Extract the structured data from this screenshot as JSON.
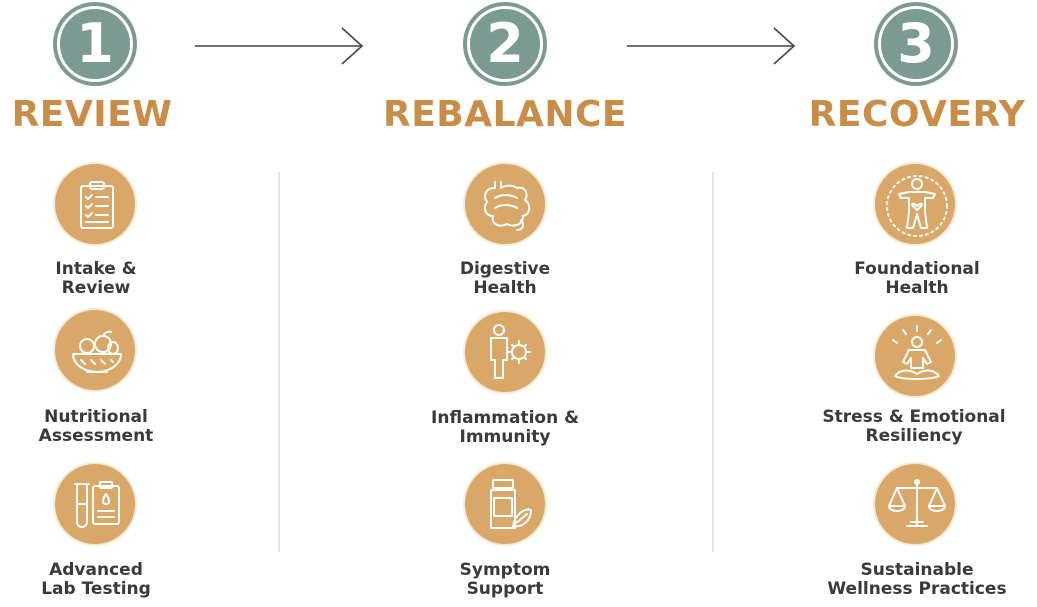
{
  "colors": {
    "badge": "#7a9a92",
    "accent": "#c98d47",
    "icon_bg": "#d9a868",
    "text": "#3a3a3a",
    "divider": "#ebe4d8"
  },
  "phases": [
    {
      "number": "1",
      "title": "REVIEW",
      "items": [
        {
          "icon": "clipboard-checklist-icon",
          "label": "Intake &\nReview"
        },
        {
          "icon": "fruit-bowl-icon",
          "label": "Nutritional\nAssessment"
        },
        {
          "icon": "lab-test-tube-icon",
          "label": "Advanced\nLab Testing"
        }
      ]
    },
    {
      "number": "2",
      "title": "REBALANCE",
      "items": [
        {
          "icon": "intestines-icon",
          "label": "Digestive\nHealth"
        },
        {
          "icon": "person-virus-icon",
          "label": "Inflammation &\nImmunity"
        },
        {
          "icon": "supplement-bottle-icon",
          "label": "Symptom\nSupport"
        }
      ]
    },
    {
      "number": "3",
      "title": "RECOVERY",
      "items": [
        {
          "icon": "body-heart-icon",
          "label": "Foundational\nHealth"
        },
        {
          "icon": "meditation-icon",
          "label": "Stress & Emotional\nResiliency"
        },
        {
          "icon": "balance-scale-icon",
          "label": "Sustainable\nWellness Practices"
        }
      ]
    }
  ]
}
